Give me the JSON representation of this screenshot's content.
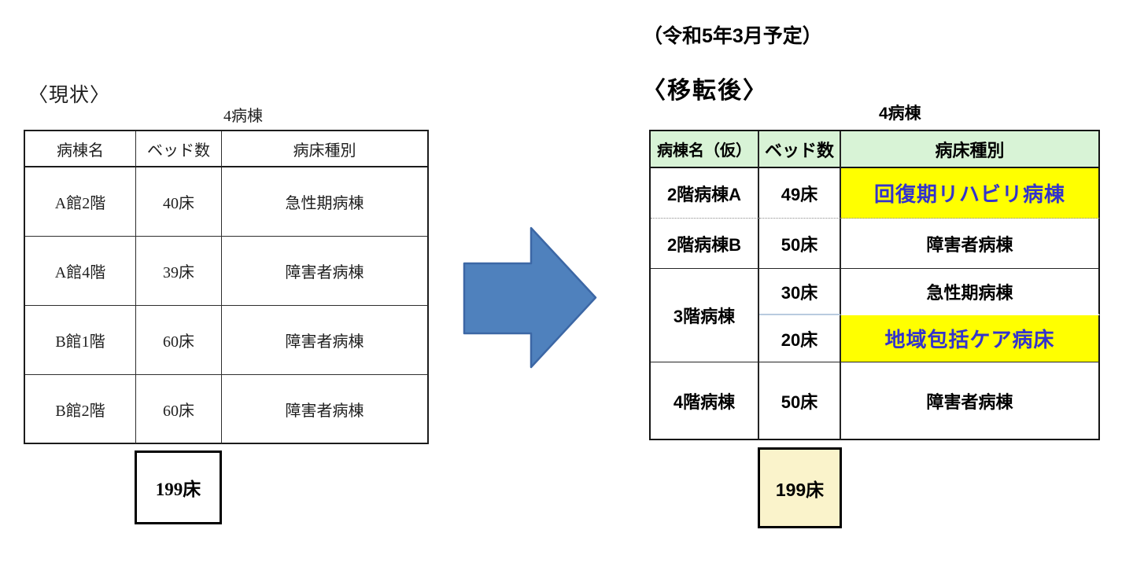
{
  "left": {
    "title": "〈現状〉",
    "caption": "4病棟",
    "headers": [
      "病棟名",
      "ベッド数",
      "病床種別"
    ],
    "rows": [
      {
        "name": "A館2階",
        "beds": "40床",
        "type": "急性期病棟"
      },
      {
        "name": "A館4階",
        "beds": "39床",
        "type": "障害者病棟"
      },
      {
        "name": "B館1階",
        "beds": "60床",
        "type": "障害者病棟"
      },
      {
        "name": "B館2階",
        "beds": "60床",
        "type": "障害者病棟"
      }
    ],
    "total": "199床"
  },
  "right": {
    "schedule_note": "（令和5年3月予定）",
    "title": "〈移転後〉",
    "caption": "4病棟",
    "headers": [
      "病棟名（仮）",
      "ベッド数",
      "病床種別"
    ],
    "rows": [
      {
        "name": "2階病棟A",
        "beds": "49床",
        "type": "回復期リハビリ病棟",
        "highlight": true
      },
      {
        "name": "2階病棟B",
        "beds": "50床",
        "type": "障害者病棟",
        "highlight": false
      },
      {
        "name": "3階病棟",
        "beds": "30床",
        "type": "急性期病棟",
        "highlight": false
      },
      {
        "name": "",
        "beds": "20床",
        "type": "地域包括ケア病床",
        "highlight": true
      },
      {
        "name": "4階病棟",
        "beds": "50床",
        "type": "障害者病棟",
        "highlight": false
      }
    ],
    "total": "199床"
  },
  "colors": {
    "header_green": "#d8f3d6",
    "highlight_yellow": "#ffff00",
    "highlight_text_blue": "#3333cc",
    "total_cell_cream": "#faf3cb",
    "arrow_fill": "#4f81bd",
    "arrow_stroke": "#3c67a5"
  }
}
